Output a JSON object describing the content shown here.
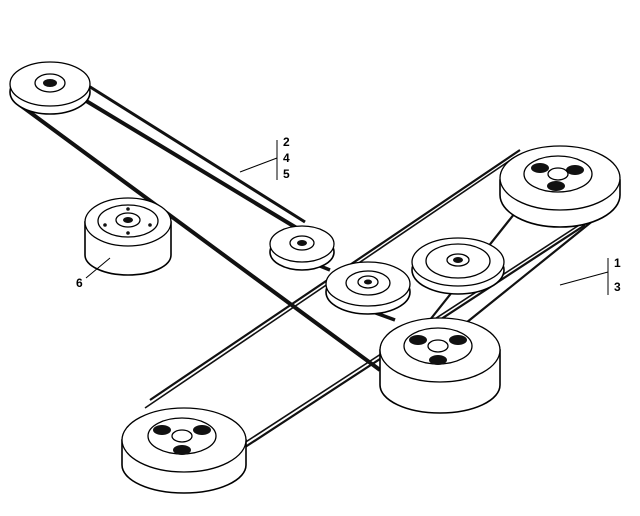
{
  "callouts": {
    "group_a": [
      "2",
      "4",
      "5"
    ],
    "group_b": [
      "1",
      "3"
    ],
    "part_6": "6"
  },
  "colors": {
    "line": "#000000",
    "background": "#ffffff"
  }
}
